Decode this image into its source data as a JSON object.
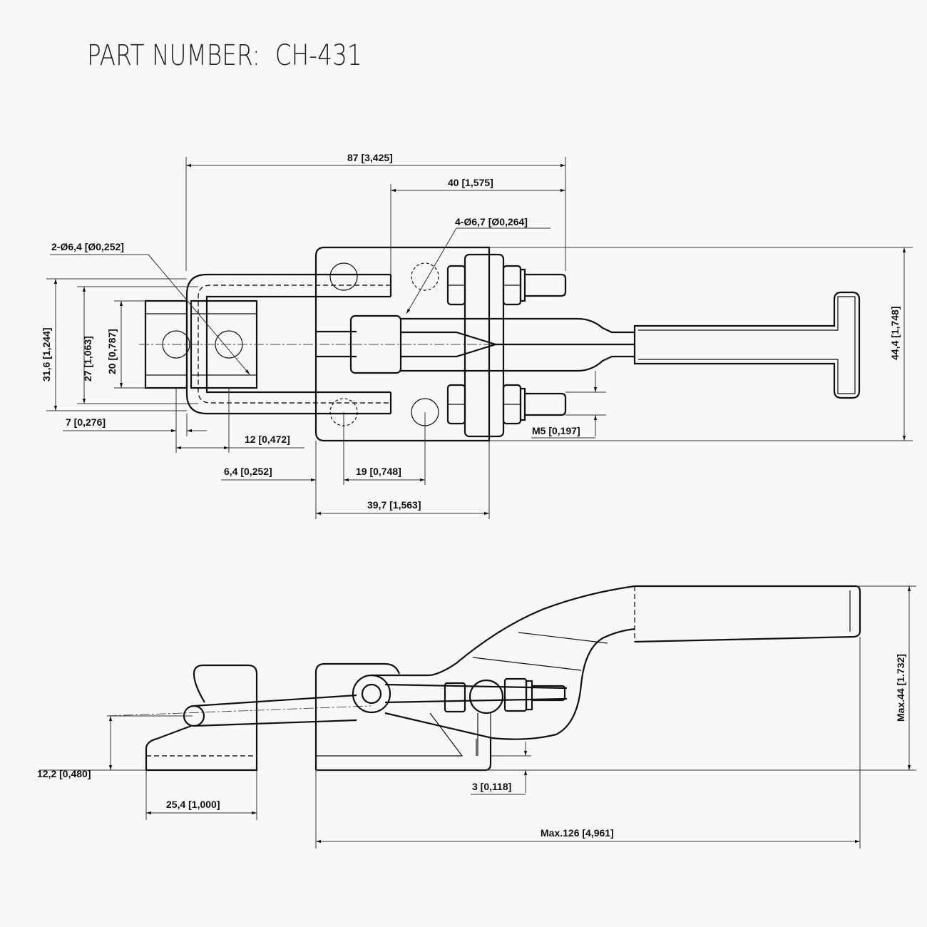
{
  "header": {
    "part_number_label": "PART NUMBER:",
    "part_number": "CH-431",
    "title_full": "PART NUMBER:  CH-431"
  },
  "top_view": {
    "dims": {
      "overall_length": "87 [3,425]",
      "bolt_offset": "40 [1,575]",
      "mount_holes": "4-Ø6,7 [Ø0,264]",
      "latch_holes": "2-Ø6,4 [Ø0,252]",
      "hook_height_outer": "31,6 [1,244]",
      "hook_height_inner": "27 [1,063]",
      "latch_plate_height": "20 [0,787]",
      "hook_offset": "7 [0,276]",
      "latch_hole_offset": "12 [0,472]",
      "base_edge_offset": "6,4 [0,252]",
      "hole_spacing": "19 [0,748]",
      "base_length": "39,7 [1,563]",
      "thread": "M5 [0,197]",
      "overall_width": "44,4 [1,748]"
    }
  },
  "side_view": {
    "dims": {
      "latch_height": "12,2 [0,480]",
      "latch_length": "25,4 [1,000]",
      "base_thickness": "3 [0,118]",
      "max_length": "Max.126 [4,961]",
      "max_height": "Max.44 [1.732]"
    }
  }
}
